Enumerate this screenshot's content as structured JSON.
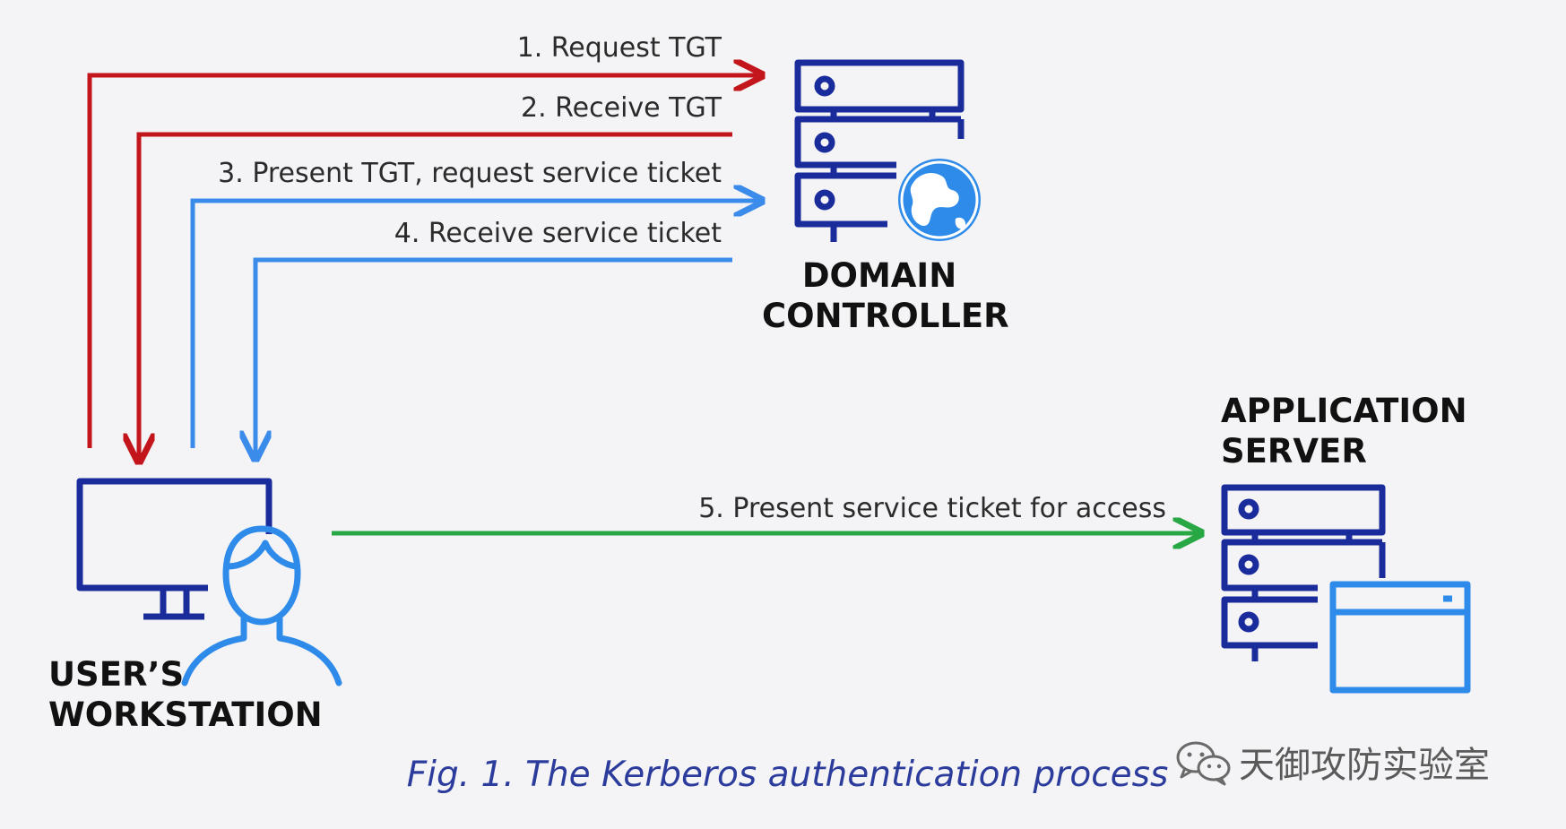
{
  "diagram": {
    "title": "",
    "colors": {
      "tgt": "#c3161c",
      "service_ticket": "#3b8bea",
      "access": "#28a745",
      "icon_dark": "#1a2c9c",
      "icon_light": "#2f8bea",
      "text": "#2b2b2b"
    },
    "flows": [
      {
        "step": 1,
        "label": "1. Request TGT"
      },
      {
        "step": 2,
        "label": "2. Receive TGT"
      },
      {
        "step": 3,
        "label": "3. Present TGT, request service ticket"
      },
      {
        "step": 4,
        "label": "4. Receive service ticket"
      },
      {
        "step": 5,
        "label": "5. Present service ticket for access"
      }
    ],
    "nodes": {
      "domain_controller": {
        "line1": "DOMAIN",
        "line2": "CONTROLLER",
        "icons": [
          "server-stack-icon",
          "globe-icon"
        ]
      },
      "workstation": {
        "line1": "USER’S",
        "line2": "WORKSTATION",
        "icons": [
          "monitor-icon",
          "user-icon"
        ]
      },
      "app_server": {
        "line1": "APPLICATION",
        "line2": "SERVER",
        "icons": [
          "server-stack-icon",
          "app-window-icon"
        ]
      }
    },
    "caption": "Fig. 1. The Kerberos authentication process",
    "watermark": "天御攻防实验室"
  }
}
